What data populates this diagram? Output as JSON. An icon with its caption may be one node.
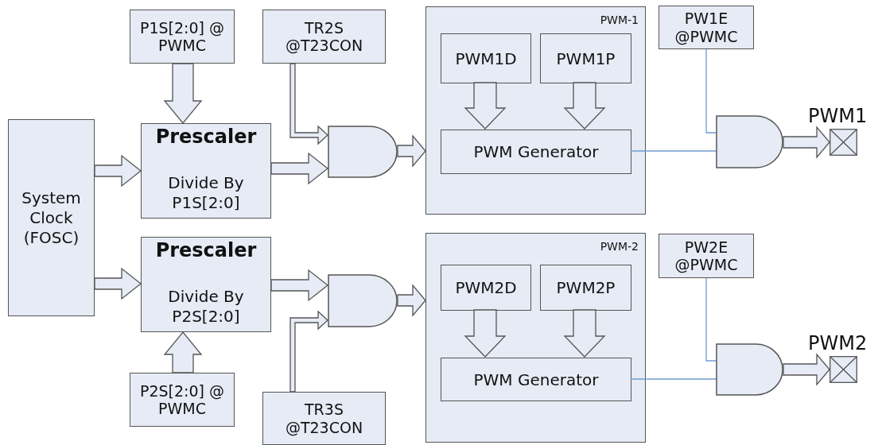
{
  "diagram": {
    "nodes": [
      {
        "text": [
          "System Clock (FOSC)"
        ]
      },
      {
        "text": [
          "P1S[2:0] @ PWMC"
        ]
      },
      {
        "text": [
          "TR2S @T23CON"
        ]
      },
      {
        "text": [
          "Prescaler",
          "Divide By P1S[2:0]"
        ]
      },
      {
        "text": [],
        "shape": "gate"
      },
      {
        "text": [
          "PWM-1"
        ]
      },
      {
        "text": [
          "PWM1D"
        ],
        "in": 5
      },
      {
        "text": [
          "PWM1P"
        ],
        "in": 5
      },
      {
        "text": [
          "PWM Generator"
        ],
        "in": 5
      },
      {
        "text": [
          "PW1E @PWMC"
        ]
      },
      {
        "text": [],
        "shape": "gate"
      },
      {
        "text": [],
        "shape": "box",
        "beside": [
          "PWM1"
        ]
      },
      {
        "text": [
          "Prescaler",
          "Divide By P2S[2:0]"
        ]
      },
      {
        "text": [],
        "shape": "gate"
      },
      {
        "text": [
          "PWM-2"
        ]
      },
      {
        "text": [
          "PWM2D"
        ],
        "in": 14
      },
      {
        "text": [
          "PWM2P"
        ],
        "in": 14
      },
      {
        "text": [
          "PWM Generator"
        ],
        "in": 14
      },
      {
        "text": [
          "PW2E @PWMC"
        ]
      },
      {
        "text": [],
        "shape": "gate"
      },
      {
        "text": [],
        "shape": "box",
        "beside": [
          "PWM2"
        ]
      },
      {
        "text": [
          "P2S[2:0] @ PWMC"
        ]
      },
      {
        "text": [
          "TR3S @T23CON"
        ]
      }
    ],
    "edges": [
      {
        "from": 1,
        "to": 3,
        "arrow": "to"
      },
      {
        "from": 0,
        "to": 3,
        "arrow": "to"
      },
      {
        "from": 0,
        "to": 12,
        "arrow": "to"
      },
      {
        "from": 2,
        "to": 4,
        "arrow": "to"
      },
      {
        "from": 3,
        "to": 4,
        "arrow": "to"
      },
      {
        "from": 4,
        "to": 5,
        "arrow": "to"
      },
      {
        "from": 6,
        "to": 8,
        "arrow": "to"
      },
      {
        "from": 7,
        "to": 8,
        "arrow": "to"
      },
      {
        "from": 8,
        "to": 10,
        "arrow": "none",
        "color": "#6f9bd1"
      },
      {
        "from": 9,
        "to": 10,
        "arrow": "none",
        "color": "#6f9bd1"
      },
      {
        "from": 10,
        "to": 11,
        "arrow": "to"
      },
      {
        "from": 12,
        "to": 13,
        "arrow": "to"
      },
      {
        "from": 22,
        "to": 13,
        "arrow": "to"
      },
      {
        "from": 13,
        "to": 14,
        "arrow": "to"
      },
      {
        "from": 15,
        "to": 17,
        "arrow": "to"
      },
      {
        "from": 16,
        "to": 17,
        "arrow": "to"
      },
      {
        "from": 17,
        "to": 19,
        "arrow": "none",
        "color": "#6f9bd1"
      },
      {
        "from": 18,
        "to": 19,
        "arrow": "none",
        "color": "#6f9bd1"
      },
      {
        "from": 19,
        "to": 20,
        "arrow": "to"
      },
      {
        "from": 21,
        "to": 12,
        "arrow": "to"
      }
    ]
  }
}
